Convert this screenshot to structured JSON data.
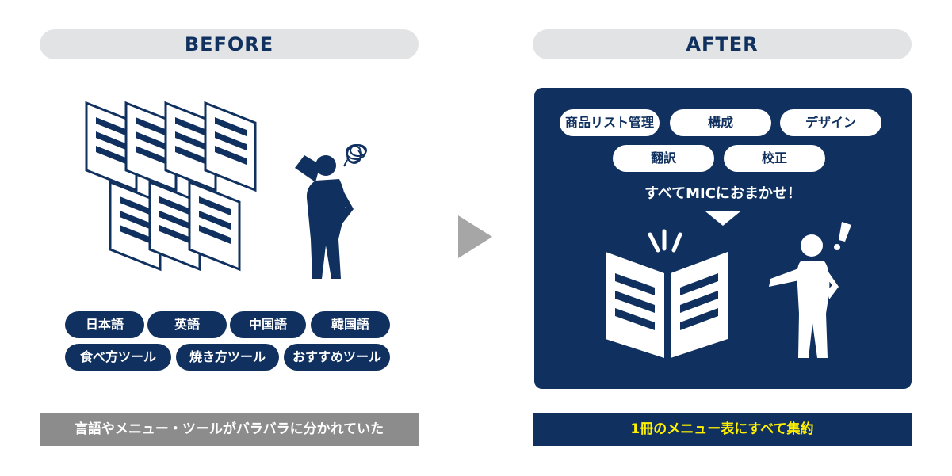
{
  "before": {
    "heading": "BEFORE",
    "tags": [
      "日本語",
      "英語",
      "中国語",
      "韓国語",
      "食べ方ツール",
      "焼き方ツール",
      "おすすめツール"
    ],
    "caption": "言語やメニュー・ツールがバラバラに分かれていた"
  },
  "after": {
    "heading": "AFTER",
    "tasks": [
      "商品リスト管理",
      "構成",
      "デザイン",
      "翻訳",
      "校正"
    ],
    "callout": "すべてMICにおまかせ！",
    "caption": "1冊のメニュー表にすべて集約"
  },
  "colors": {
    "navy": "#10315f",
    "header_gray": "#e2e3e4",
    "caption_gray": "#8c8c8c",
    "highlight_yellow": "#fff100",
    "arrow_gray": "#a6a6a6"
  },
  "icons": {
    "documents": "document-stack-icon",
    "confused_person": "confused-person-icon",
    "arrow": "play-arrow-icon",
    "book": "open-book-icon",
    "surprised_person": "presenting-person-icon"
  }
}
